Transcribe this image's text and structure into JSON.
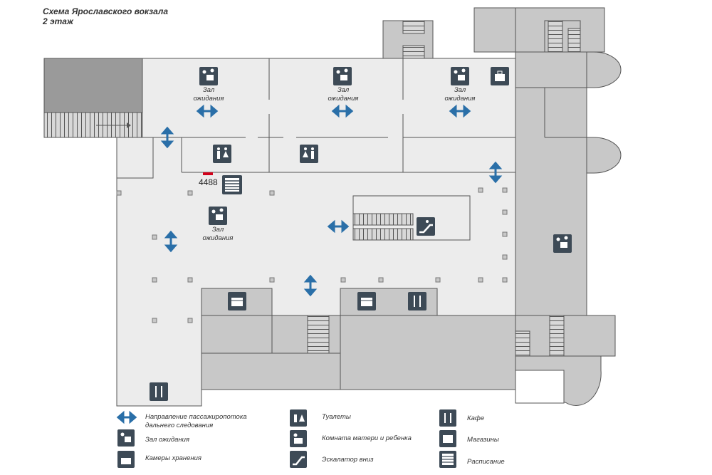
{
  "title": {
    "line1": "Схема Ярославского вокзала",
    "line2": "2 этаж"
  },
  "map": {
    "waiting_hall_line1": "Зал",
    "waiting_hall_line2": "ожидания",
    "marker_number": "4488"
  },
  "legend": {
    "direction_line1": "Направление пассажиропотока",
    "direction_line2": "дальнего следования",
    "waiting_hall": "Зал ожидания",
    "luggage": "Камеры хранения",
    "toilets": "Туалеты",
    "mother_child": "Комната матери и ребенка",
    "escalator": "Эскалатор вниз",
    "cafe": "Кафе",
    "shops": "Магазины",
    "schedule": "Расписание"
  },
  "colors": {
    "floor": "#ececec",
    "wall_block": "#c8c8c8",
    "dark_block": "#9a9a9a",
    "wall_line": "#555555",
    "arrow": "#2a6fa8",
    "icon_bg": "#3d4a56",
    "marker": "#d0021b"
  }
}
